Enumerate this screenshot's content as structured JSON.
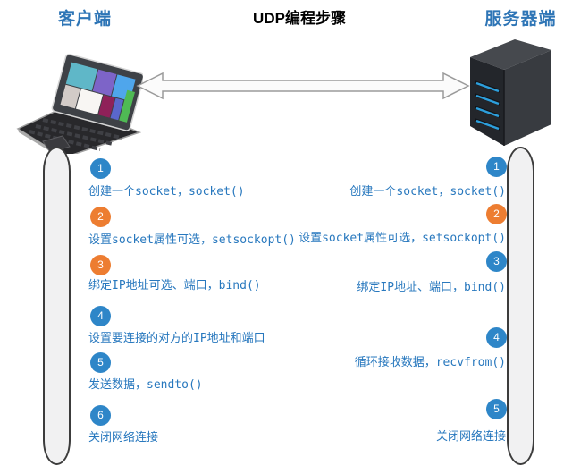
{
  "title": "UDP编程步骤",
  "client": {
    "label": "客户端",
    "icon": "laptop-icon",
    "steps": [
      {
        "num": "1",
        "color": "blue",
        "text": "创建一个socket，socket()"
      },
      {
        "num": "2",
        "color": "orange",
        "text": "设置socket属性可选，setsockopt()"
      },
      {
        "num": "3",
        "color": "orange",
        "text": "绑定IP地址可选、端口，bind()"
      },
      {
        "num": "4",
        "color": "blue",
        "text": "设置要连接的对方的IP地址和端口"
      },
      {
        "num": "5",
        "color": "blue",
        "text": "发送数据，sendto()"
      },
      {
        "num": "6",
        "color": "blue",
        "text": "关闭网络连接"
      }
    ]
  },
  "server": {
    "label": "服务器端",
    "icon": "server-icon",
    "steps": [
      {
        "num": "1",
        "color": "blue",
        "text": "创建一个socket，socket()"
      },
      {
        "num": "2",
        "color": "orange",
        "text": "设置socket属性可选，setsockopt()"
      },
      {
        "num": "3",
        "color": "blue",
        "text": "绑定IP地址、端口，bind()"
      },
      {
        "num": "4",
        "color": "blue",
        "text": "循环接收数据，recvfrom()"
      },
      {
        "num": "5",
        "color": "blue",
        "text": "关闭网络连接"
      }
    ]
  },
  "colors": {
    "step_blue": "#2E86C8",
    "step_orange": "#ED7D31",
    "step_text": "#2878BE",
    "label_blue": "#2E75B6",
    "bar_fill": "#F1F1F2",
    "bar_border": "#3C3C3C",
    "arrow_fill": "#FBFBFB",
    "arrow_stroke": "#9B9B9B"
  }
}
